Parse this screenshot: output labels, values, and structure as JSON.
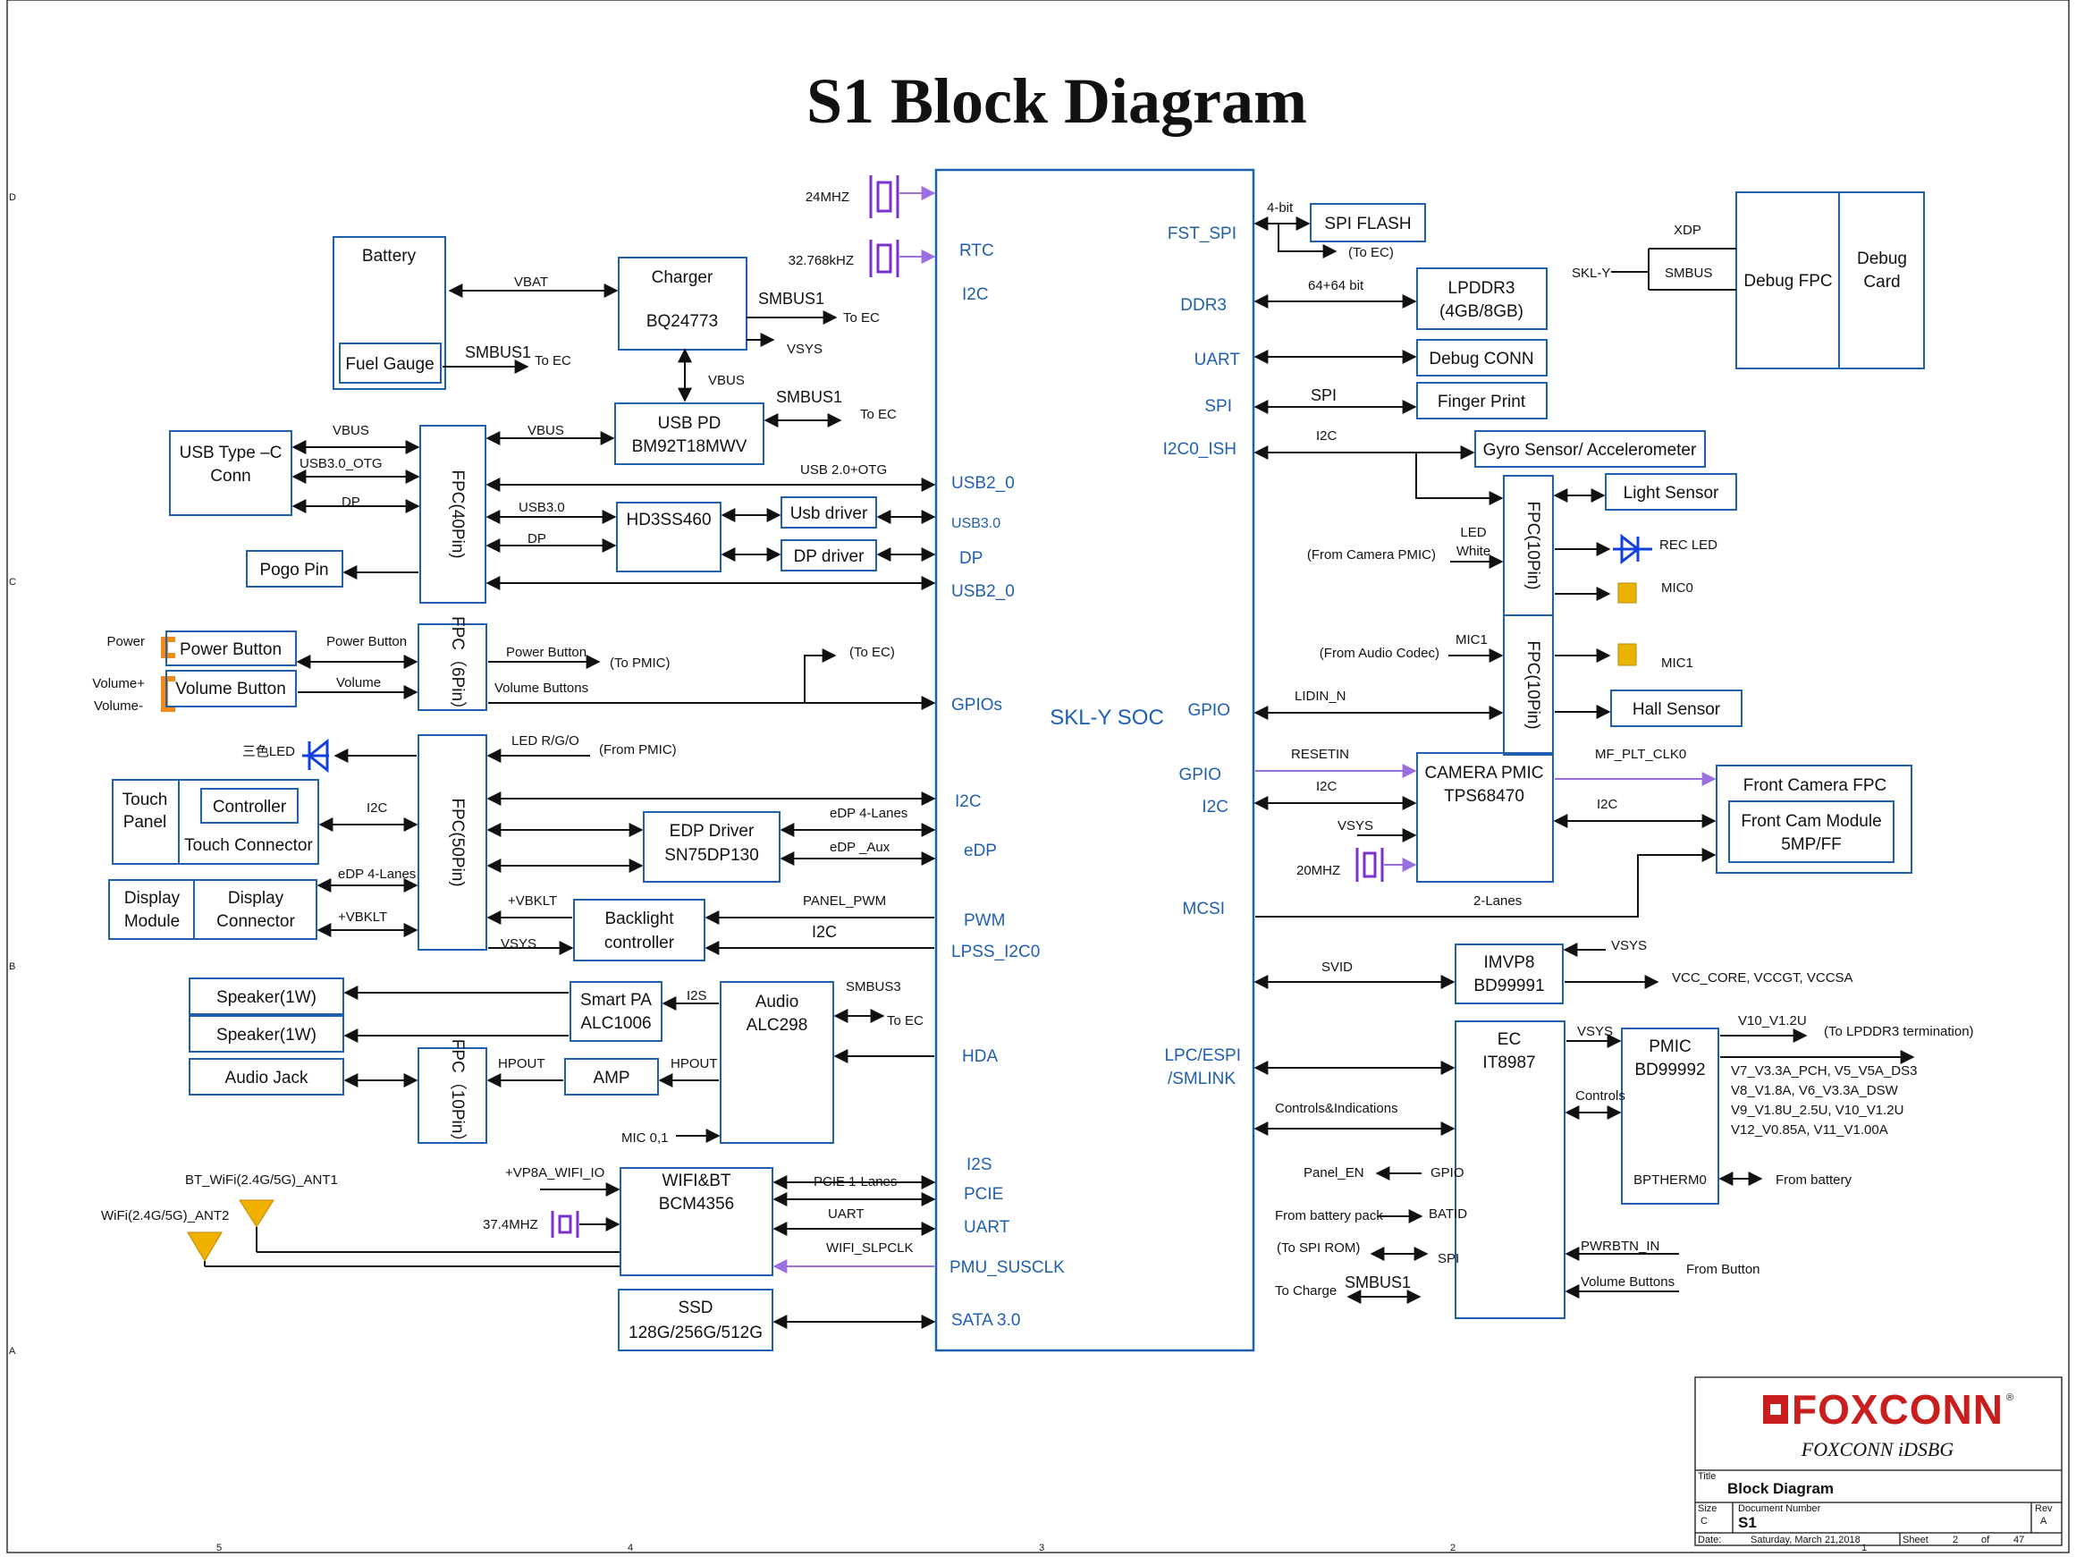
{
  "title": "S1 Block Diagram",
  "soc": {
    "name": "SKL-Y SOC"
  },
  "soc_left_pins": {
    "rtc": "RTC",
    "i2c_top": "I2C",
    "usb2_a": "USB2_0",
    "usb30": "USB3.0",
    "dp": "DP",
    "usb2_b": "USB2_0",
    "gpios": "GPIOs",
    "i2c_mid": "I2C",
    "edp": "eDP",
    "pwm": "PWM",
    "lpss": "LPSS_I2C0",
    "hda": "HDA",
    "i2s": "I2S",
    "pcie": "PCIE",
    "uart": "UART",
    "pmu": "PMU_SUSCLK",
    "sata": "SATA 3.0"
  },
  "soc_right_pins": {
    "fst_spi": "FST_SPI",
    "ddr3": "DDR3",
    "uart": "UART",
    "spi": "SPI",
    "i2c0_ish": "I2C0_ISH",
    "gpio_a": "GPIO",
    "gpio_b": "GPIO",
    "i2c": "I2C",
    "mcsi": "MCSI",
    "lpc1": "LPC/ESPI",
    "lpc2": "/SMLINK"
  },
  "blocks": {
    "battery": "Battery",
    "fuel_gauge": "Fuel Gauge",
    "charger1": "Charger",
    "charger2": "BQ24773",
    "usbpd1": "USB PD",
    "usbpd2": "BM92T18MWV",
    "usbc1": "USB Type –C",
    "usbc2": "Conn",
    "fpc40": "FPC(40Pin)",
    "hd3": "HD3SS460",
    "usb_driver": "Usb driver",
    "dp_driver": "DP driver",
    "pogo": "Pogo  Pin",
    "power_button": "Power Button",
    "volume_button": "Volume Button",
    "fpc6": "FPC（6Pin）",
    "fpc50": "FPC(50Pin)",
    "touch_panel1": "Touch",
    "touch_panel2": "Panel",
    "controller": "Controller",
    "touch_connector": "Touch Connector",
    "display_module1": "Display",
    "display_module2": "Module",
    "display_connector1": "Display",
    "display_connector2": "Connector",
    "edp_driver1": "EDP Driver",
    "edp_driver2": "SN75DP130",
    "backlight1": "Backlight",
    "backlight2": "controller",
    "speaker1": "Speaker(1W)",
    "speaker2": "Speaker(1W)",
    "audio_jack": "Audio Jack",
    "smart_pa1": "Smart PA",
    "smart_pa2": "ALC1006",
    "audio1": "Audio",
    "audio2": "ALC298",
    "amp": "AMP",
    "fpc10_audio": "FPC（10Pin）",
    "wifi1": "WIFI&BT",
    "wifi2": "BCM4356",
    "ssd1": "SSD",
    "ssd2": "128G/256G/512G",
    "spi_flash": "SPI FLASH",
    "lpddr3_1": "LPDDR3",
    "lpddr3_2": "(4GB/8GB)",
    "debug_conn": "Debug  CONN",
    "finger": "Finger Print",
    "debug_fpc": "Debug FPC",
    "debug_card1": "Debug",
    "debug_card2": "Card",
    "gyro": "Gyro Sensor/ Accelerometer",
    "light": "Light Sensor",
    "hall": "Hall Sensor",
    "fpc10_a": "FPC(10Pin)",
    "fpc10_b": "FPC(10Pin)",
    "cam_pmic1": "CAMERA PMIC",
    "cam_pmic2": "TPS68470",
    "front_cam_fpc": "Front Camera FPC",
    "front_cam_mod1": "Front Cam Module",
    "front_cam_mod2": "5MP/FF",
    "imvp1": "IMVP8",
    "imvp2": "BD99991",
    "ec1": "EC",
    "ec2": "IT8987",
    "ec_gpio": "GPIO",
    "ec_batid": "BATID",
    "ec_spi": "SPI",
    "pmic1": "PMIC",
    "pmic2": "BD99992",
    "bptherm": "BPTHERM0"
  },
  "labels": {
    "x24": "24MHZ",
    "x32": "32.768kHZ",
    "vbat": "VBAT",
    "smbus1_a": "SMBUS1",
    "to_ec_a": "To EC",
    "vsys_a": "VSYS",
    "smbus1_b": "SMBUS1",
    "to_ec_b": "To EC",
    "vbus_a": "VBUS",
    "smbus1_c": "SMBUS1",
    "to_ec_c": "To EC",
    "vbus_b": "VBUS",
    "vbus_c": "VBUS",
    "usb30otg": "USB3.0_OTG",
    "dp_a": "DP",
    "usb20otg": "USB 2.0+OTG",
    "usb30_l": "USB3.0",
    "dp_b": "DP",
    "power": "Power",
    "volp": "Volume+",
    "volm": "Volume-",
    "pb_a": "Power Button",
    "vol_a": "Volume",
    "pb_b": "Power Button",
    "to_pmic": "(To PMIC)",
    "to_ec_d": "(To EC)",
    "vol_buttons": "Volume Buttons",
    "tri_led": "三色LED",
    "led_rgo": "LED R/G/O",
    "from_pmic": "(From PMIC)",
    "i2c_touch": "I2C",
    "edp4_a": "eDP 4-Lanes",
    "vbklt_a": "+VBKLT",
    "vbklt_b": "+VBKLT",
    "vsys_b": "VSYS",
    "edp4_b": "eDP 4-Lanes",
    "edp_aux": "eDP _Aux",
    "panel_pwm": "PANEL_PWM",
    "i2c_bl": "I2C",
    "i2s": "I2S",
    "smbus3": "SMBUS3",
    "to_ec_e": "To EC",
    "hpout_a": "HPOUT",
    "hpout_b": "HPOUT",
    "mic01": "MIC 0,1",
    "bt_ant1": "BT_WiFi(2.4G/5G)_ANT1",
    "wifi_ant2": "WiFi(2.4G/5G)_ANT2",
    "vp8a": "+VP8A_WIFI_IO",
    "x374": "37.4MHZ",
    "pcie1": "PCIE 1-Lanes",
    "uart_w": "UART",
    "wifi_slp": "WIFI_SLPCLK",
    "bit4": "4-bit",
    "to_ec_f": "(To EC)",
    "bit64": "64+64 bit",
    "spi_l": "SPI",
    "i2c_g": "I2C",
    "skl_y": "SKL-Y",
    "xdp": "XDP",
    "smbus_dbg": "SMBUS",
    "from_cam_pmic": "(From Camera PMIC)",
    "led_white1": "LED",
    "led_white2": "White",
    "rec_led": "REC LED",
    "mic0": "MIC0",
    "from_codec": "(From Audio Codec)",
    "mic1_a": "MIC1",
    "mic1_b": "MIC1",
    "lidin": "LIDIN_N",
    "resetin": "RESETIN",
    "mf_plt": "MF_PLT_CLK0",
    "i2c_cam": "I2C",
    "i2c_front": "I2C",
    "vsys_c": "VSYS",
    "x20": "20MHZ",
    "lanes2": "2-Lanes",
    "svid": "SVID",
    "vsys_d": "VSYS",
    "vcc_core": "VCC_CORE, VCCGT, VCCSA",
    "ctrl_ind": "Controls&Indications",
    "panel_en": "Panel_EN",
    "from_bat_pack": "From battery pack",
    "to_spi_rom": "(To SPI ROM)",
    "to_charge": "To Charge",
    "smbus1_d": "SMBUS1",
    "vsys_e": "VSYS",
    "controls": "Controls",
    "v10": "V10_V1.2U",
    "to_lpddr3": "(To LPDDR3 termination)",
    "v7": "V7_V3.3A_PCH, V5_V5A_DS3",
    "v8": "V8_V1.8A, V6_V3.3A_DSW",
    "v9": "V9_V1.8U_2.5U, V10_V1.2U",
    "v12": "V12_V0.85A, V11_V1.00A",
    "from_battery": "From battery",
    "pwrbtn": "PWRBTN_IN",
    "vol_buttons2": "Volume Buttons",
    "from_button": "From Button"
  },
  "title_block": {
    "logo": "FOXCONN",
    "reg": "®",
    "company": "FOXCONN   iDSBG",
    "title_lbl": "Title",
    "title": "Block Diagram",
    "size_lbl": "Size",
    "size": "C",
    "docnum_lbl": "Document  Number",
    "docnum": "S1",
    "rev_lbl": "Rev",
    "rev": "A",
    "date_lbl": "Date:",
    "date": "Saturday, March 21,2018",
    "sheet_lbl": "Sheet",
    "sheet": "2",
    "of_lbl": "of",
    "of": "47"
  },
  "frame": {
    "top": [
      "5",
      "4",
      "3",
      "2",
      "1"
    ],
    "left": [
      "D",
      "C",
      "B",
      "A"
    ]
  },
  "colors": {
    "block": "#1f5fb0",
    "clock_line": "#9b6fe0",
    "crystal": "#7a2fc8",
    "led": "#1240e0",
    "mic": "#e8b400",
    "antenna": "#f0b000",
    "logo": "#c81e1e"
  }
}
